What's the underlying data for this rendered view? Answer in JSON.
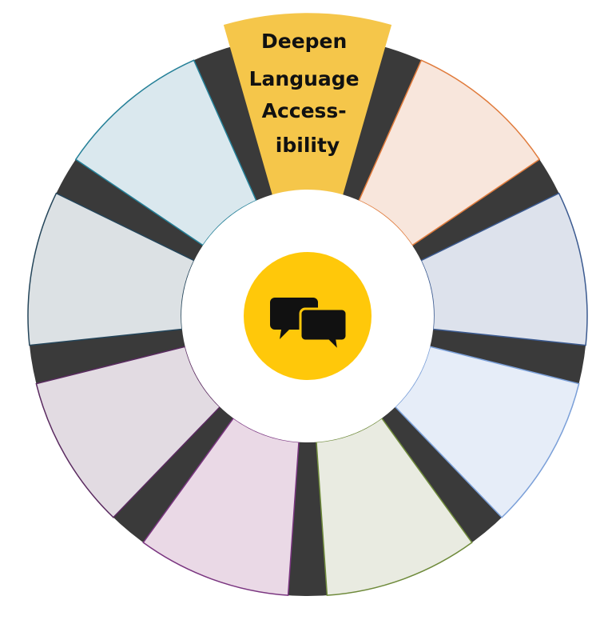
{
  "wheel": {
    "active_label_lines": [
      "Deepen",
      "Language",
      "Access-",
      "ibility"
    ],
    "center_icon": "speech-bubbles-icon",
    "colors": {
      "ring": "#3a3a3a",
      "hub": "#ffffff",
      "center": "#ffc80a",
      "active_fill": "#f5c64a",
      "icon": "#111111"
    },
    "segments": [
      {
        "fill": "#f5c64a",
        "stroke": "#f5c64a",
        "active": true
      },
      {
        "fill": "#f8e6dc",
        "stroke": "#e07b3c",
        "active": false
      },
      {
        "fill": "#dde2ec",
        "stroke": "#3b5a90",
        "active": false
      },
      {
        "fill": "#e6edf8",
        "stroke": "#7a9fd8",
        "active": false
      },
      {
        "fill": "#e9ebe1",
        "stroke": "#6e8a3a",
        "active": false
      },
      {
        "fill": "#ead9e6",
        "stroke": "#7a3580",
        "active": false
      },
      {
        "fill": "#e2dbe2",
        "stroke": "#5a2a60",
        "active": false
      },
      {
        "fill": "#dce1e4",
        "stroke": "#24455a",
        "active": false
      },
      {
        "fill": "#dae8ee",
        "stroke": "#258098",
        "active": false
      }
    ]
  }
}
